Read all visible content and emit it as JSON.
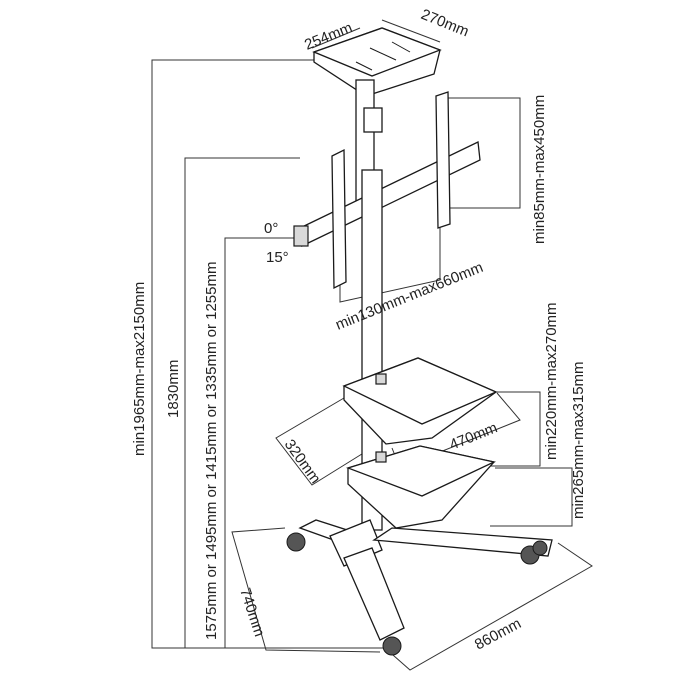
{
  "dimensions": {
    "top_plate_depth": "254mm",
    "top_plate_width": "270mm",
    "vesa_vertical": "min85mm-max450mm",
    "vesa_horizontal": "min130mm-max660mm",
    "tilt_zero": "0°",
    "tilt_fifteen": "15°",
    "total_height": "min1965mm-max2150mm",
    "pole_height": "1830mm",
    "mount_heights": "1575mm or 1495mm or 1415mm or 1335mm or 1255mm",
    "shelf_depth": "320mm",
    "shelf_width": "470mm",
    "shelf_gap_upper": "min220mm-max270mm",
    "shelf_gap_lower": "min265mm-max315mm",
    "base_depth": "740mm",
    "base_width": "860mm"
  },
  "colors": {
    "line": "#1a1a1a",
    "shade": "#d9d9d9",
    "text": "#222222"
  }
}
